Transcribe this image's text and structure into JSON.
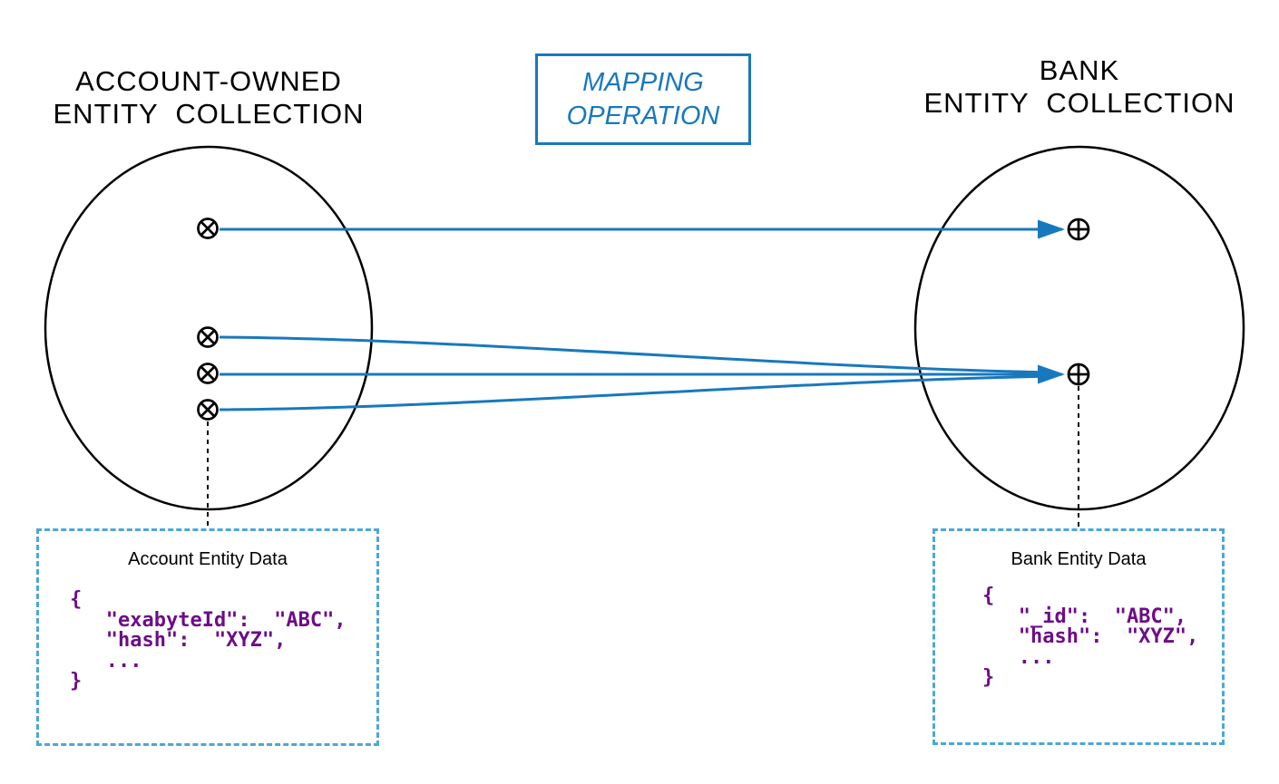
{
  "left_collection": {
    "title_line1": "ACCOUNT-OWNED",
    "title_line2": "ENTITY  COLLECTION"
  },
  "operation_box": {
    "line1": "MAPPING",
    "line2": "OPERATION"
  },
  "right_collection": {
    "title_line1": "BANK",
    "title_line2": "ENTITY  COLLECTION"
  },
  "left_data_box": {
    "title": "Account Entity Data",
    "code_lines": [
      "{",
      "   \"exabyteId\":  \"ABC\",",
      "   \"hash\":  \"XYZ\",",
      "   ...",
      "}"
    ]
  },
  "right_data_box": {
    "title": "Bank Entity Data",
    "code_lines": [
      "{",
      "   \"_id\":  \"ABC\",",
      "   \"hash\":  \"XYZ\",",
      "   ...",
      "}"
    ]
  },
  "icons": {
    "source_point": "circled-times-icon",
    "target_point": "circled-plus-icon"
  },
  "colors": {
    "arrow_blue": "#1878be",
    "box_dash_blue": "#4da6d9",
    "code_purple": "#6d0d88",
    "shape_black": "#000000"
  }
}
